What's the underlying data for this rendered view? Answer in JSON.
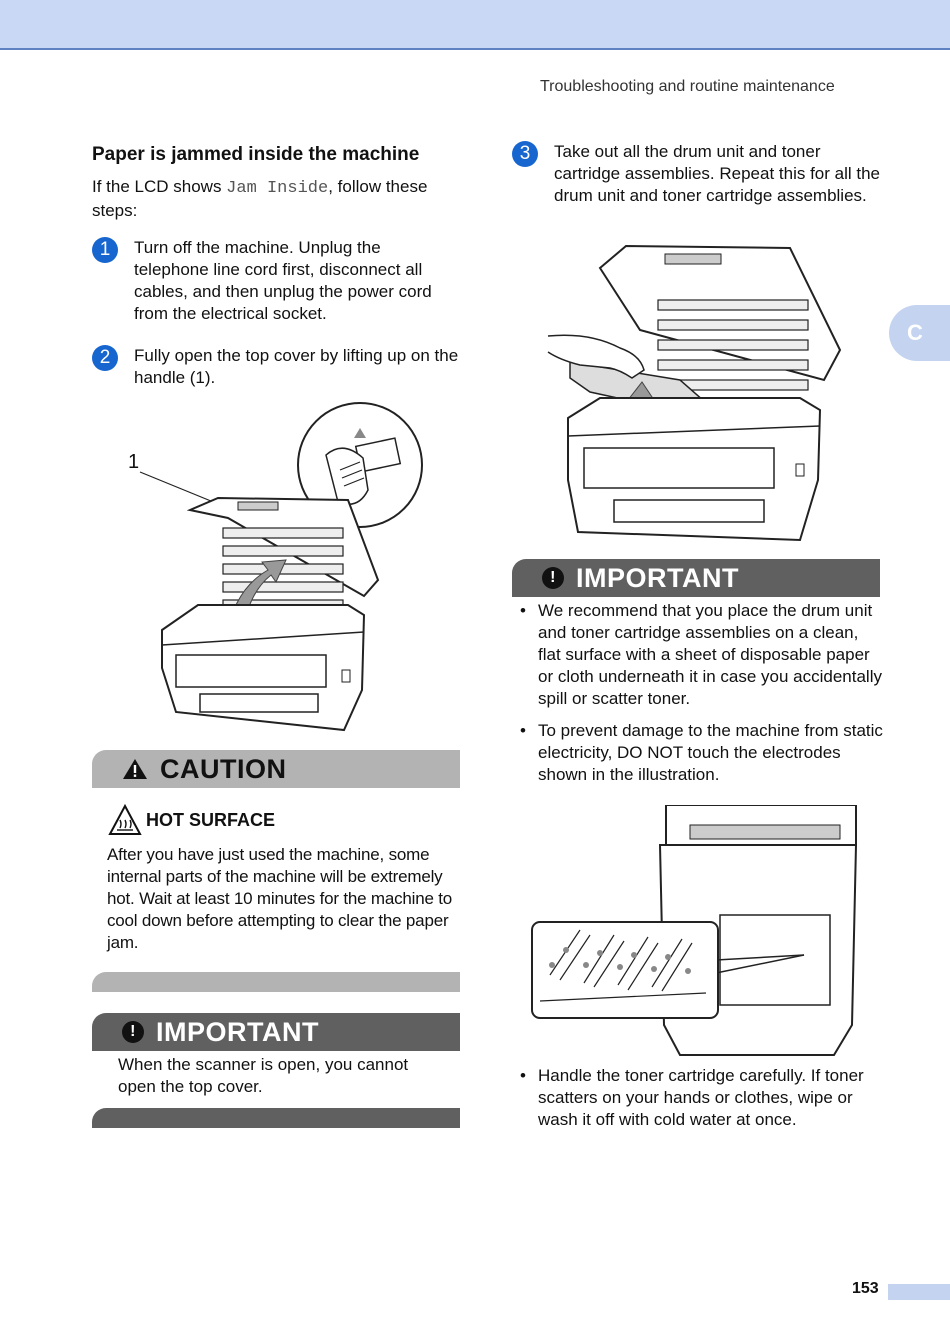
{
  "header": {
    "running_head": "Troubleshooting and routine maintenance",
    "side_tab": "C"
  },
  "section": {
    "title": "Paper is jammed inside the machine",
    "intro_before": "If the LCD shows ",
    "intro_code": "Jam Inside",
    "intro_after": ", follow these steps:"
  },
  "steps": [
    {
      "num": "1",
      "text": "Turn off the machine. Unplug the telephone line cord first, disconnect all cables, and then unplug the power cord from the electrical socket."
    },
    {
      "num": "2",
      "text": "Fully open the top cover by lifting up on the handle (1)."
    },
    {
      "num": "3",
      "text": "Take out all the drum unit and toner cartridge assemblies. Repeat this for all the drum unit and toner cartridge assemblies."
    }
  ],
  "figure1": {
    "callout": "1"
  },
  "caution": {
    "title": "CAUTION",
    "subtitle": "HOT SURFACE",
    "text": "After you have just used the machine, some internal parts of the machine will be extremely hot. Wait at least 10 minutes for the machine to cool down before attempting to clear the paper jam."
  },
  "important_left": {
    "title": "IMPORTANT",
    "text": "When the scanner is open, you cannot open the top cover."
  },
  "important_right": {
    "title": "IMPORTANT",
    "bullets": [
      "We recommend that you place the drum unit and toner cartridge assemblies on a clean, flat surface with a sheet of disposable paper or cloth underneath it in case you accidentally spill or scatter toner.",
      "To prevent damage to the machine from static electricity, DO NOT touch the electrodes shown in the illustration."
    ],
    "bullets_after": [
      "Handle the toner cartridge carefully. If toner scatters on your hands or clothes, wipe or wash it off with cold water at once."
    ]
  },
  "footer": {
    "page_number": "153"
  }
}
